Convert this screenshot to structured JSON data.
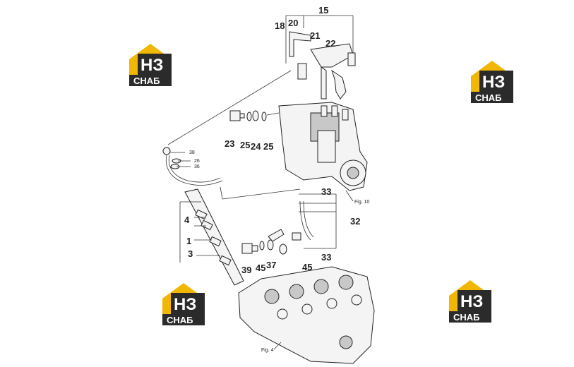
{
  "labels": {
    "l15": "15",
    "l18": "18",
    "l20": "20",
    "l21": "21",
    "l22": "22",
    "l23": "23",
    "l25a": "25",
    "l24": "24",
    "l25b": "25",
    "l38": "38",
    "l26": "26",
    "l36": "36",
    "l4": "4",
    "l1": "1",
    "l3": "3",
    "l33a": "33",
    "l32": "32",
    "l33b": "33",
    "l39": "39",
    "l45a": "45",
    "l37": "37",
    "l45b": "45",
    "fig10": "Fig. 10",
    "fig4": "Fig. 4"
  },
  "watermark": {
    "mark": "НЗ",
    "text": "СНАБ",
    "colors": {
      "yellow": "#f2b705",
      "dark": "#2b2b2b",
      "white": "#ffffff"
    }
  }
}
